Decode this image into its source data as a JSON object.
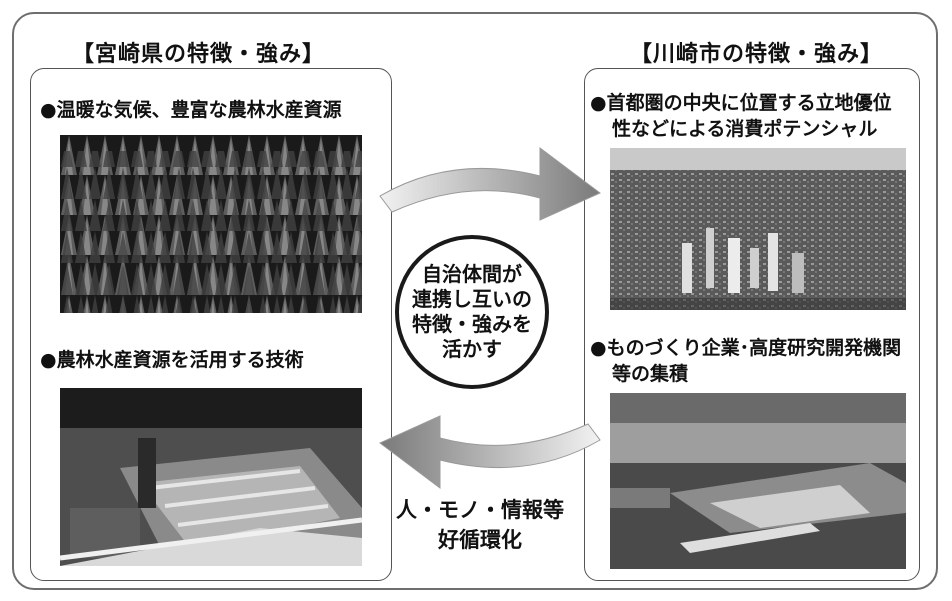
{
  "left": {
    "heading": "【宮崎県の特徴・強み】",
    "strength1": "●温暖な気候、豊富な農林水産資源",
    "strength2": "●農林水産資源を活用する技術"
  },
  "right": {
    "heading": "【川崎市の特徴・強み】",
    "strength1_line1": "●首都圏の中央に位置する立地優位",
    "strength1_line2": "性などによる消費ポテンシャル",
    "strength2_line1": "●ものづくり企業･高度研究開発機関",
    "strength2_line2": "等の集積"
  },
  "center": {
    "line1": "自治体間が",
    "line2": "連携し互いの",
    "line3": "特徴・強みを",
    "line4": "活かす"
  },
  "exchange": {
    "line1": "人・モノ・情報等",
    "line2": "好循環化"
  },
  "colors": {
    "arrow_gradient_start": "#f2f2f2",
    "arrow_gradient_end": "#7a7a7a",
    "border": "#555555"
  }
}
